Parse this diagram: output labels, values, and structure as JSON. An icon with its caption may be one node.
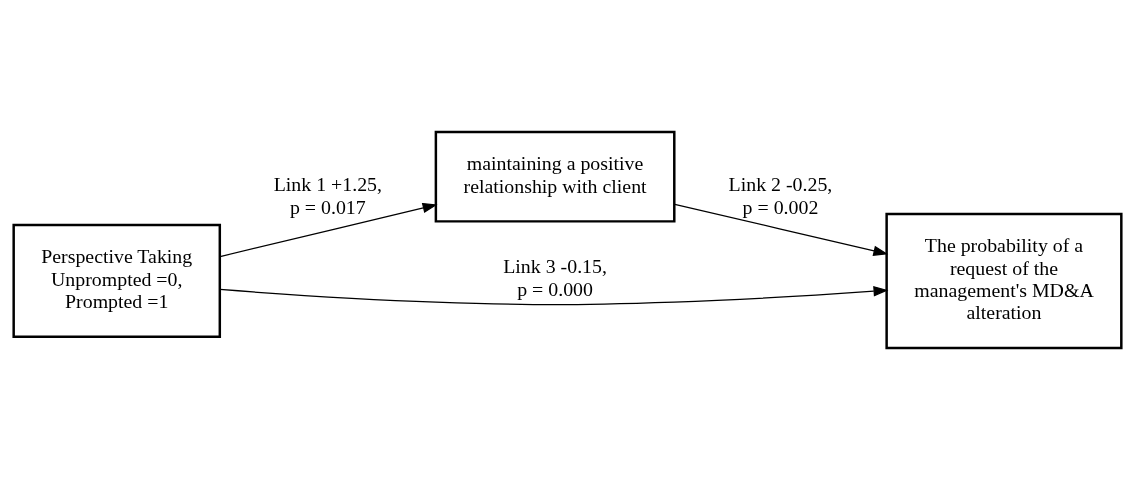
{
  "diagram": {
    "nodes": [
      {
        "text": [
          "Perspective Taking Unprompted =0, Prompted =1"
        ]
      },
      {
        "text": [
          "maintaining a positive relationship with client"
        ]
      },
      {
        "text": [
          "The probability of a request of the management's MD&A alteration"
        ]
      }
    ],
    "edges": [
      {
        "from": 0,
        "to": 1,
        "arrow": "to",
        "label": "Link 1 +1.25, p = 0.017"
      },
      {
        "from": 1,
        "to": 2,
        "arrow": "to",
        "label": "Link 2 -0.25, p = 0.002"
      },
      {
        "from": 0,
        "to": 2,
        "arrow": "to",
        "label": "Link 3 -0.15, p = 0.000"
      }
    ]
  }
}
